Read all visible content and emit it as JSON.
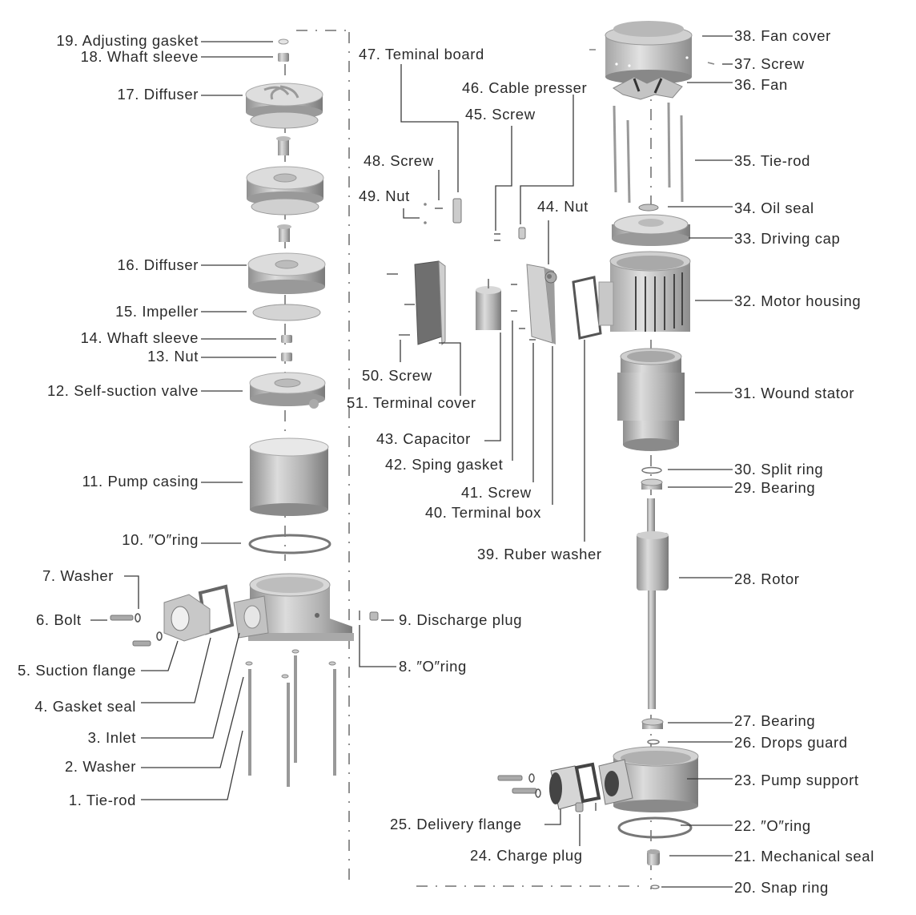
{
  "title": "Self-priming pump exploded view",
  "parts": {
    "p1": "1. Tie-rod",
    "p2": "2. Washer",
    "p3": "3. Inlet",
    "p4": "4. Gasket seal",
    "p5": "5. Suction flange",
    "p6": "6. Bolt",
    "p7": "7. Washer",
    "p8": "8. ″O″ring",
    "p9": "9. Discharge plug",
    "p10": "10. ″O″ring",
    "p11": "11. Pump casing",
    "p12": "12. Self-suction valve",
    "p13": "13. Nut",
    "p14": "14. Whaft sleeve",
    "p15": "15. Impeller",
    "p16": "16. Diffuser",
    "p17": "17. Diffuser",
    "p18": "18. Whaft sleeve",
    "p19": "19. Adjusting gasket",
    "p20": "20. Snap ring",
    "p21": "21. Mechanical seal",
    "p22": "22. ″O″ring",
    "p23": "23. Pump support",
    "p24": "24. Charge plug",
    "p25": "25. Delivery flange",
    "p26": "26. Drops guard",
    "p27": "27. Bearing",
    "p28": "28. Rotor",
    "p29": "29. Bearing",
    "p30": "30. Split ring",
    "p31": "31. Wound stator",
    "p32": "32. Motor housing",
    "p33": "33. Driving cap",
    "p34": "34. Oil seal",
    "p35": "35. Tie-rod",
    "p36": "36. Fan",
    "p37": "37. Screw",
    "p38": "38. Fan cover",
    "p39": "39. Ruber washer",
    "p40": "40. Terminal box",
    "p41": "41. Screw",
    "p42": "42. Sping gasket",
    "p43": "43. Capacitor",
    "p44": "44. Nut",
    "p45": "45. Screw",
    "p46": "46. Cable presser",
    "p47": "47. Teminal board",
    "p48": "48. Screw",
    "p49": "49. Nut",
    "p50": "50. Screw",
    "p51": "51. Terminal cover"
  },
  "colors": {
    "part_light": "#d8d8d8",
    "part_mid": "#b4b4b4",
    "part_dark": "#8a8a8a",
    "text": "#2a2a2a"
  }
}
